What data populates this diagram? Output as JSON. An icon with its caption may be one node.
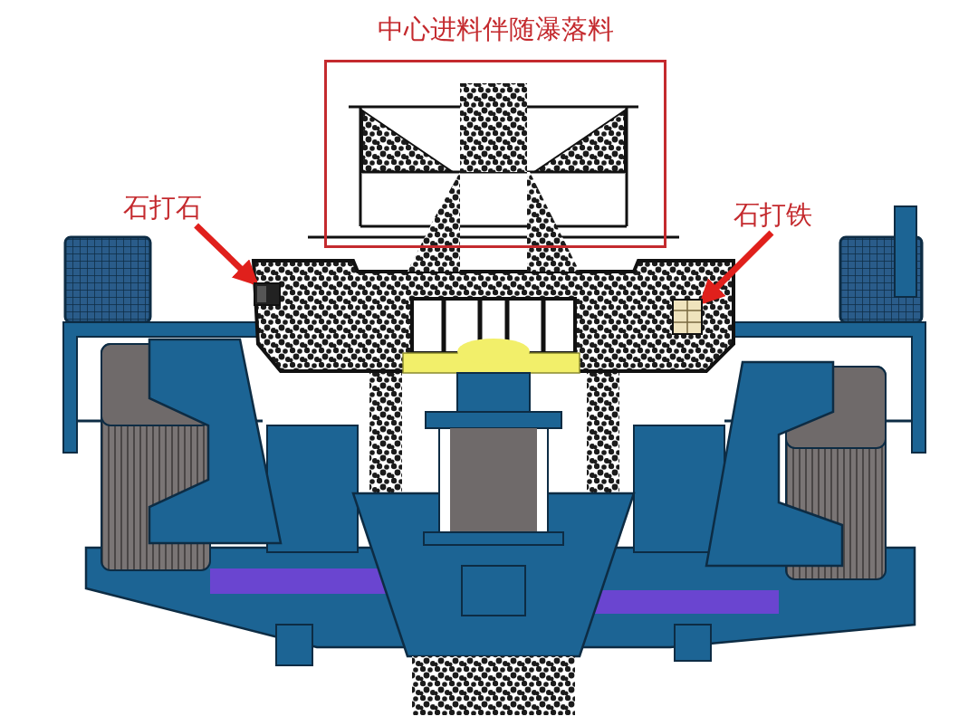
{
  "diagram": {
    "nodes": [
      {
        "text": [
          "中心进料伴随瀑落料"
        ]
      },
      {
        "text": [
          "石打石"
        ]
      },
      {
        "text": [
          "石打铁"
        ]
      },
      {
        "text": [],
        "shape": "box"
      },
      {
        "text": [],
        "shape": "box"
      }
    ],
    "edges": [
      {
        "from": 1,
        "to": 3,
        "arrow": "to"
      },
      {
        "from": 2,
        "to": 4,
        "arrow": "to"
      }
    ]
  }
}
